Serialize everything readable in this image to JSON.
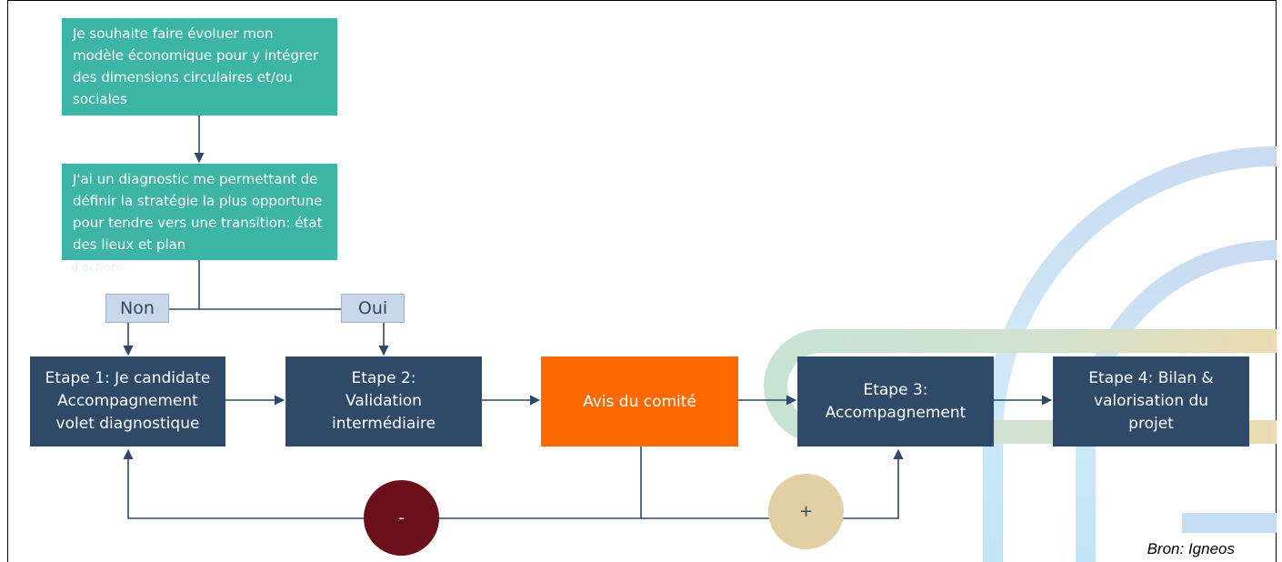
{
  "boxes": {
    "start": "Je souhaite faire évoluer mon modèle économique pour y intégrer des dimensions circulaires et/ou sociales",
    "diagnostic": "J'ai un diagnostic me permettant de définir la stratégie la plus opportune pour tendre vers une transition: état des lieux et plan",
    "diagnostic_overflow": "d'actions",
    "etape1": "Etape 1: Je candidate Accompagnement volet diagnostique",
    "etape2": "Etape 2: Validation intermédiaire",
    "avis": "Avis du comité",
    "etape3": "Etape 3: Accompagnement",
    "etape4": "Etape 4: Bilan & valorisation du projet"
  },
  "tags": {
    "non": "Non",
    "oui": "Oui"
  },
  "outcomes": {
    "negative": "-",
    "positive": "+"
  },
  "source": "Bron: Igneos",
  "colors": {
    "teal": "#3cb4a6",
    "navy": "#2e4a68",
    "orange": "#ff6a00",
    "negative": "#6b0f1a",
    "positive": "#e3cfa5",
    "tag_bg": "#c9d7ea"
  }
}
